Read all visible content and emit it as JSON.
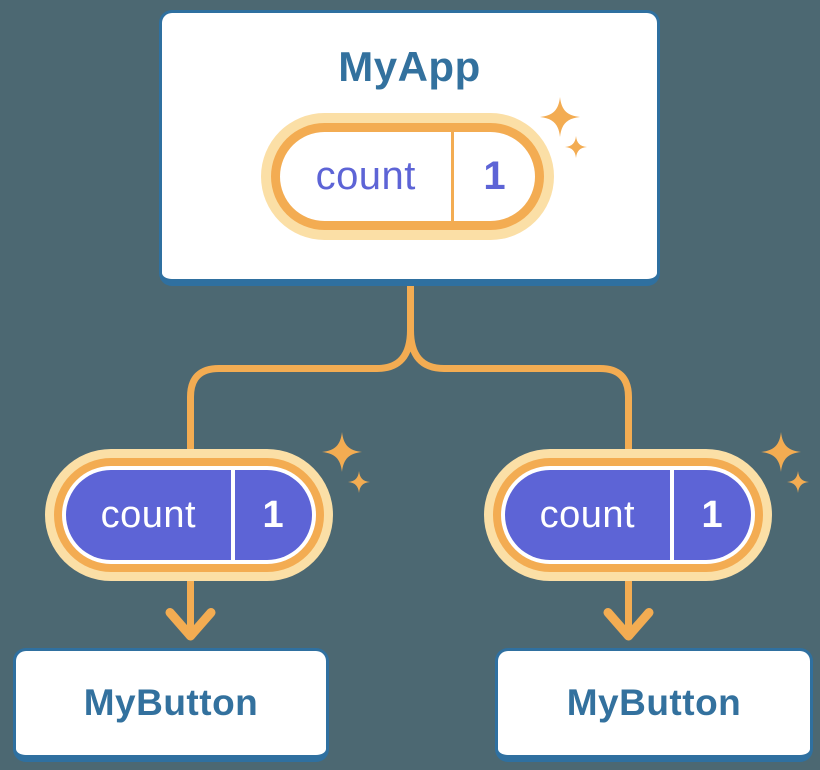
{
  "colors": {
    "background": "#4C6872",
    "accent_orange": "#F3AC52",
    "pale_orange": "#FBDFA6",
    "purple": "#5D64D6",
    "steel_blue": "#2F70A0",
    "card_background": "#FFFFFF",
    "child_pill_text": "#FFFFFF"
  },
  "tree": {
    "root": {
      "title": "MyApp",
      "state": {
        "label": "count",
        "value": "1"
      }
    },
    "children": [
      {
        "title": "MyButton",
        "state": {
          "label": "count",
          "value": "1"
        }
      },
      {
        "title": "MyButton",
        "state": {
          "label": "count",
          "value": "1"
        }
      }
    ]
  }
}
